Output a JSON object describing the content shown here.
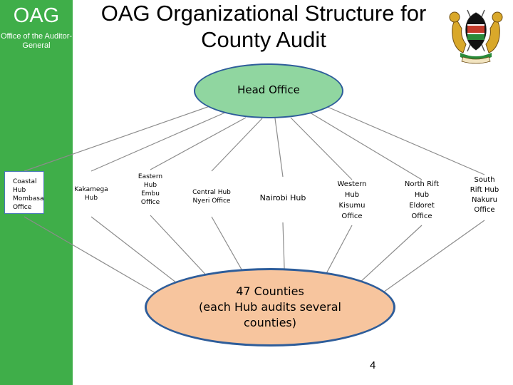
{
  "brand": {
    "acronym": "OAG",
    "full_name": "Office of the Auditor-General"
  },
  "title": "OAG Organizational Structure for County Audit",
  "emblem": {
    "name": "kenya-coat-of-arms",
    "accent": "#c33a2a"
  },
  "colors": {
    "sidebar": "#3fae49",
    "head": "#90d6a0",
    "counties": "#f7c59e",
    "border": "#2e5d9a"
  },
  "head_office": "Head Office",
  "hubs": [
    {
      "id": "coastal",
      "lines": [
        "Coastal",
        "Hub",
        "Mombasa",
        "Office"
      ]
    },
    {
      "id": "kakamega",
      "lines": [
        "Kakamega",
        "Hub"
      ]
    },
    {
      "id": "eastern",
      "lines": [
        "Eastern",
        "Hub",
        "Embu",
        "Office"
      ]
    },
    {
      "id": "central",
      "lines": [
        "Central Hub",
        "Nyeri Office"
      ]
    },
    {
      "id": "nairobi",
      "lines": [
        "Nairobi Hub"
      ]
    },
    {
      "id": "western",
      "lines": [
        "Western",
        "Hub",
        "Kisumu",
        "Office"
      ]
    },
    {
      "id": "north-rift",
      "lines": [
        "North Rift",
        "Hub",
        "Eldoret",
        "Office"
      ]
    },
    {
      "id": "south-rift",
      "lines": [
        "South",
        "Rift Hub",
        "Nakuru",
        "Office"
      ]
    }
  ],
  "counties": {
    "lines": [
      "47 Counties",
      "(each Hub audits several",
      "counties)"
    ]
  },
  "page_number": "4"
}
